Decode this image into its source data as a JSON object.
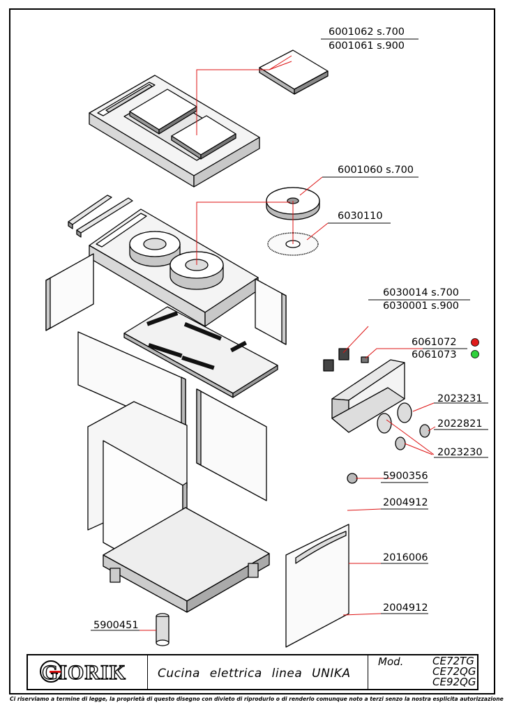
{
  "part_numbers": {
    "p6001062": "6001062  s.700",
    "p6001061": "6001061  s.900",
    "p6001060": "6001060  s.700",
    "p6030110": "6030110",
    "p6030014": "6030014  s.700",
    "p6030001": "6030001  s.900",
    "p6061072": "6061072",
    "p6061073": "6061073",
    "p2023231": "2023231",
    "p2022821": "2022821",
    "p2023230": "2023230",
    "p5900356": "5900356",
    "p2004912a": "2004912",
    "p2016006": "2016006",
    "p2004912b": "2004912",
    "p5900451": "5900451"
  },
  "indicator_colors": {
    "red": "#e01b1b",
    "green": "#2fd13c"
  },
  "title_block": {
    "logo": "GIORIK",
    "description": "Cucina elettrica linea UNIKA",
    "model_label": "Mod.",
    "models": [
      "CE72TG",
      "CE72QG",
      "CE92QG"
    ]
  },
  "footer": "Ci riserviamo a termine di legge, la proprietà di questo disegno con divieto di riprodurlo o di renderlo comunque noto a terzi senzo la nostra esplicita autorizzazione scritta"
}
